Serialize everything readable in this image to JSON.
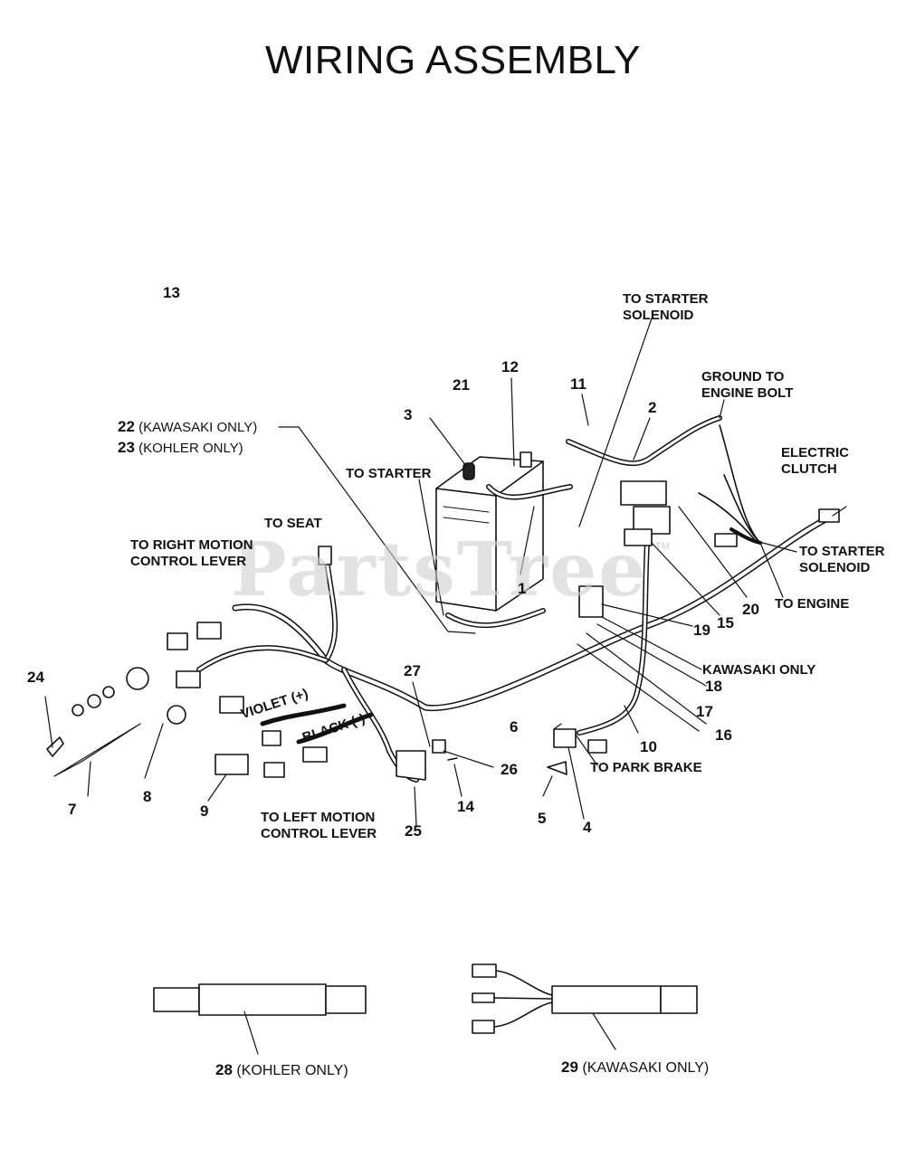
{
  "title": "WIRING ASSEMBLY",
  "watermark": "PartsTree",
  "watermark_mark": "TM",
  "callouts": {
    "n1": "1",
    "n2": "2",
    "n3": "3",
    "n4": "4",
    "n5": "5",
    "n6": "6",
    "n7": "7",
    "n8": "8",
    "n9": "9",
    "n10": "10",
    "n11": "11",
    "n12": "12",
    "n13": "13",
    "n14": "14",
    "n15": "15",
    "n16": "16",
    "n17": "17",
    "n18": "18",
    "n19": "19",
    "n20": "20",
    "n21": "21",
    "n22": "22",
    "n23": "23",
    "n24": "24",
    "n25": "25",
    "n26": "26",
    "n27": "27",
    "n28": "28",
    "n29": "29"
  },
  "labels": {
    "to_starter_solenoid_top": "TO STARTER SOLENOID",
    "ground_to_engine_bolt": "GROUND TO ENGINE BOLT",
    "electric_clutch": "ELECTRIC CLUTCH",
    "to_starter_solenoid_right": "TO STARTER SOLENOID",
    "to_engine": "TO ENGINE",
    "to_starter": "TO STARTER",
    "to_seat": "TO SEAT",
    "to_right_motion": "TO RIGHT MOTION CONTROL LEVER",
    "to_left_motion": "TO LEFT MOTION CONTROL LEVER",
    "kawasaki_only": "KAWASAKI ONLY",
    "to_park_brake": "TO PARK BRAKE",
    "violet": "VIOLET (+)",
    "black": "BLACK (-)",
    "n22_note": "(KAWASAKI ONLY)",
    "n23_note": "(KOHLER ONLY)",
    "n28_note": "(KOHLER ONLY)",
    "n29_note": "(KAWASAKI ONLY)"
  }
}
